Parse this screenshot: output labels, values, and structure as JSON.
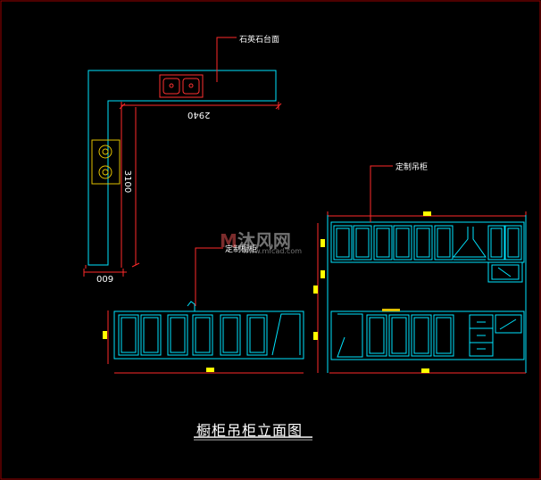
{
  "labels": {
    "countertop": "石英石台面",
    "wall_cabinet": "定制吊柜",
    "base_cabinet": "定制橱柜",
    "title": "橱柜吊柜立面图"
  },
  "dimensions": {
    "top_length": "2940",
    "side_length": "3100",
    "depth": "600"
  },
  "watermark": {
    "brand": "沐风网",
    "url": "www.mfcad.com"
  },
  "colors": {
    "background": "#000000",
    "cabinet_line": "#00e5ff",
    "dimension_line": "#ff2a2a",
    "marker": "#ffff00",
    "appliance": "#e0c000",
    "sink": "#ff3030"
  }
}
